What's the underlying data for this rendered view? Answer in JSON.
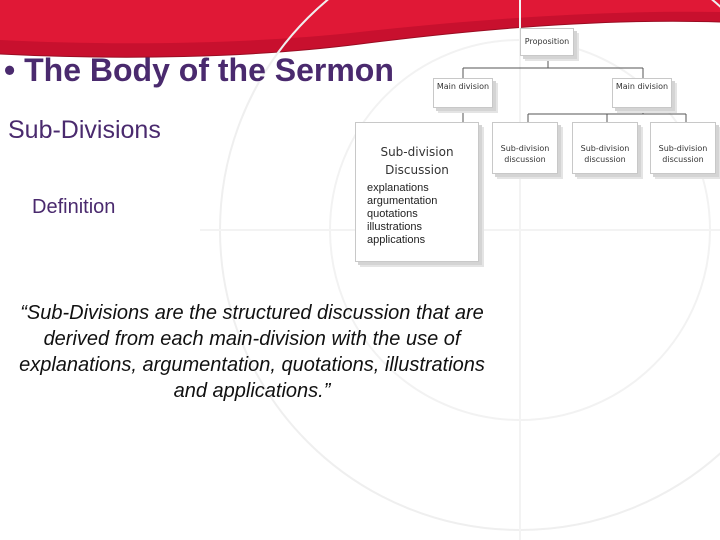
{
  "slide": {
    "title": "• The Body of the Sermon",
    "subtitle": "Sub-Divisions",
    "definition_label": "Definition",
    "quote": "“Sub-Divisions are the structured discussion that are derived from each main-division with the use of explanations, argumentation, quotations, illustrations and applications.”"
  },
  "diagram": {
    "proposition": "Proposition",
    "main_division_left": "Main division",
    "main_division_right": "Main division",
    "subdivision_large": {
      "heading": "Sub-division",
      "subheading": "Discussion",
      "items": [
        "explanations",
        "argumentation",
        "quotations",
        "illustrations",
        "applications"
      ]
    },
    "subdivision_1": "Sub-division discussion",
    "subdivision_2": "Sub-division discussion",
    "subdivision_3": "Sub-division discussion"
  },
  "colors": {
    "title": "#4a2a6e",
    "accent_red": "#c8102e",
    "box_border": "#c8c8c8"
  }
}
